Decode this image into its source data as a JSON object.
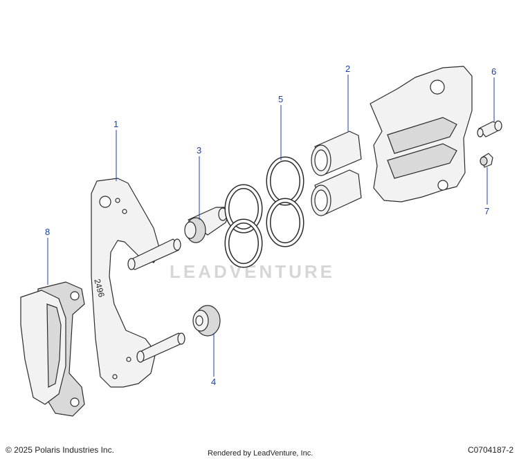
{
  "callouts": {
    "c1": "1",
    "c2": "2",
    "c3": "3",
    "c4": "4",
    "c5": "5",
    "c6": "6",
    "c7": "7",
    "c8": "8"
  },
  "bracket_marking": "2496",
  "watermark": "LEADVENTURE",
  "footer": {
    "copyright": "© 2025 Polaris Industries Inc.",
    "rendered_by": "Rendered by LeadVenture, Inc.",
    "drawing_code": "C0704187-2"
  },
  "colors": {
    "callout": "#1a3fa8",
    "watermark": "#d6d6d6"
  }
}
